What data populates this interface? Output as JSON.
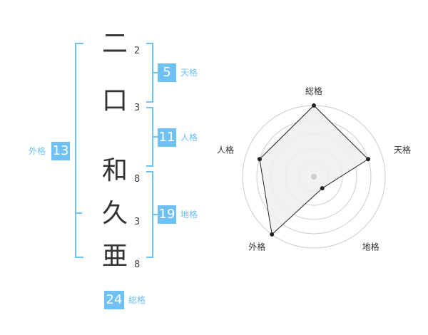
{
  "name": {
    "chars": [
      {
        "char": "二",
        "strokes": "2"
      },
      {
        "char": "口",
        "strokes": "3"
      },
      {
        "char": "和",
        "strokes": "8"
      },
      {
        "char": "久",
        "strokes": "3"
      },
      {
        "char": "亜",
        "strokes": "8"
      }
    ]
  },
  "fortunes": {
    "tenkaku": {
      "value": "5",
      "label": "天格"
    },
    "jinkaku": {
      "value": "11",
      "label": "人格"
    },
    "chikaku": {
      "value": "19",
      "label": "地格"
    },
    "gaikaku": {
      "value": "13",
      "label": "外格"
    },
    "soukaku": {
      "value": "24",
      "label": "総格"
    }
  },
  "chart_data": {
    "type": "radar",
    "axes": [
      "総格",
      "天格",
      "地格",
      "外格",
      "人格"
    ],
    "values": [
      5,
      4,
      1,
      5,
      4
    ],
    "rmax": 5,
    "rings": 5,
    "colors": {
      "fill": "#eeeeee",
      "stroke": "#222222",
      "ring": "#cccccc",
      "accent": "#6ec1f2"
    }
  }
}
